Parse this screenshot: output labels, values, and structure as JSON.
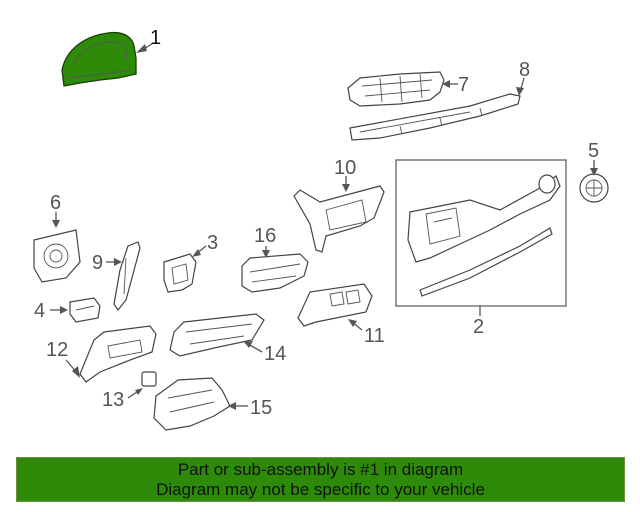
{
  "diagram": {
    "highlight_color": "#2e8b0a",
    "callouts": [
      "1",
      "2",
      "3",
      "4",
      "5",
      "6",
      "7",
      "8",
      "9",
      "10",
      "11",
      "12",
      "13",
      "14",
      "15",
      "16"
    ]
  },
  "footer": {
    "background": "#2e8b0a",
    "line1": "Part or sub-assembly is #1 in diagram",
    "line2": "Diagram may not be specific to your vehicle"
  }
}
